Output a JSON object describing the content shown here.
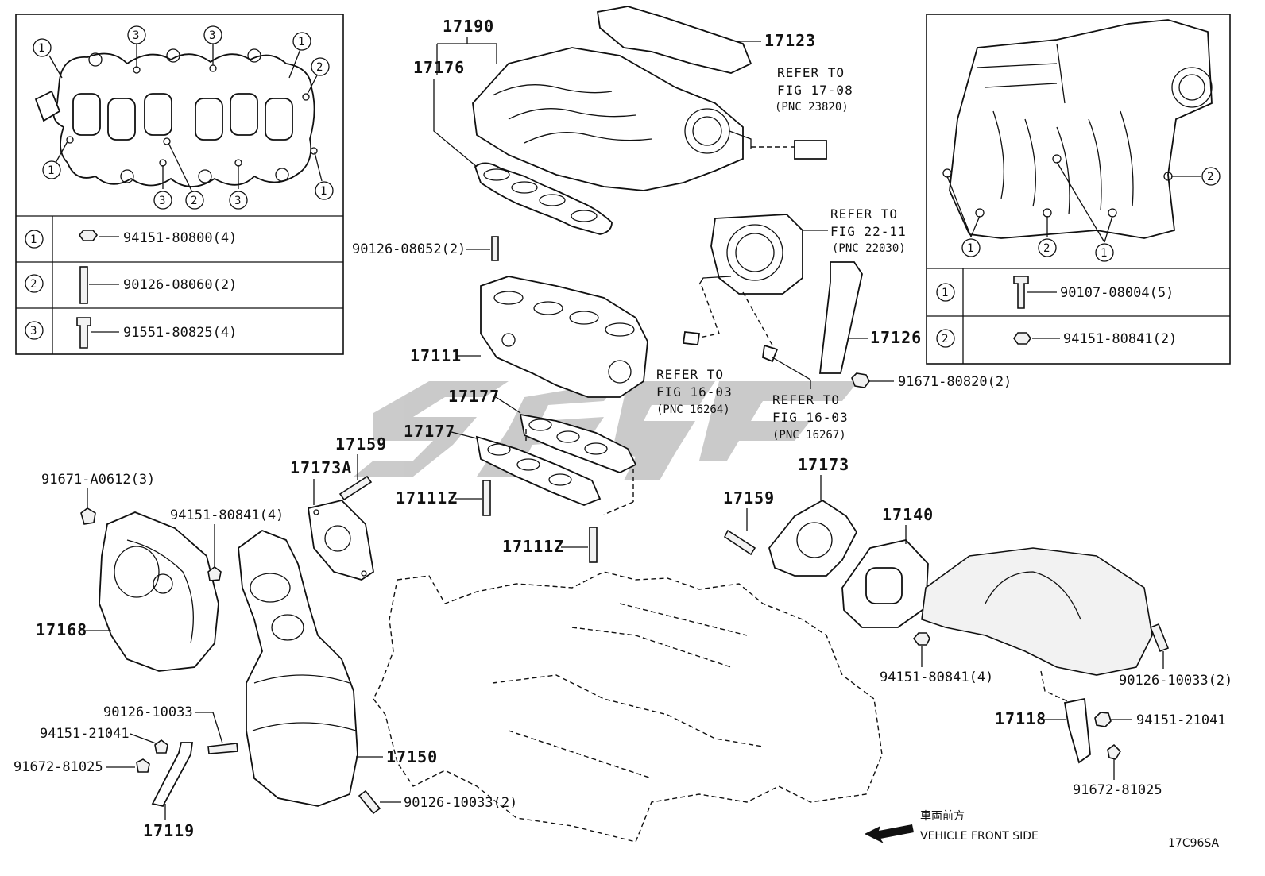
{
  "callout_refs": {
    "c1": "1",
    "c2": "2",
    "c3": "3"
  },
  "left_table": [
    {
      "ref": "1",
      "part": "94151-80800(4)"
    },
    {
      "ref": "2",
      "part": "90126-08060(2)"
    },
    {
      "ref": "3",
      "part": "91551-80825(4)"
    }
  ],
  "right_table": [
    {
      "ref": "1",
      "part": "90107-08004(5)"
    },
    {
      "ref": "2",
      "part": "94151-80841(2)"
    }
  ],
  "part_labels": {
    "p17190": "17190",
    "p17176": "17176",
    "p17123": "17123",
    "p90126_08052": "90126-08052(2)",
    "p17111": "17111",
    "p17177a": "17177",
    "p17177b": "17177",
    "p17159a": "17159",
    "p17173a": "17173A",
    "p17111za": "17111Z",
    "p17111zb": "17111Z",
    "p17126": "17126",
    "p91671_80820": "91671-80820(2)",
    "p17159b": "17159",
    "p17173": "17173",
    "p17140": "17140",
    "p91671_a0612": "91671-A0612(3)",
    "p94151_80841_4": "94151-80841(4)",
    "p17168": "17168",
    "p90126_10033": "90126-10033",
    "p94151_21041": "94151-21041",
    "p91672_81025": "91672-81025",
    "p17150": "17150",
    "p90126_10033_2": "90126-10033(2)",
    "p17119": "17119",
    "p94151_80841_4r": "94151-80841(4)",
    "p90126_10033_2r": "90126-10033(2)",
    "p17118": "17118",
    "p94151_21041r": "94151-21041",
    "p91672_81025r": "91672-81025"
  },
  "references": {
    "ref1": [
      "REFER TO",
      "FIG 17-08",
      "(PNC 23820)"
    ],
    "ref2": [
      "REFER TO",
      "FIG 22-11",
      "(PNC 22030)"
    ],
    "ref3": [
      "REFER TO",
      "FIG 16-03",
      "(PNC 16264)"
    ],
    "ref4": [
      "REFER TO",
      "FIG 16-03",
      "(PNC 16267)"
    ]
  },
  "direction": {
    "jp": "車両前方",
    "en": "VEHICLE FRONT SIDE"
  },
  "figure_code": "17C96SA",
  "colors": {
    "line": "#111111",
    "watermark": "#c8c8c8"
  }
}
